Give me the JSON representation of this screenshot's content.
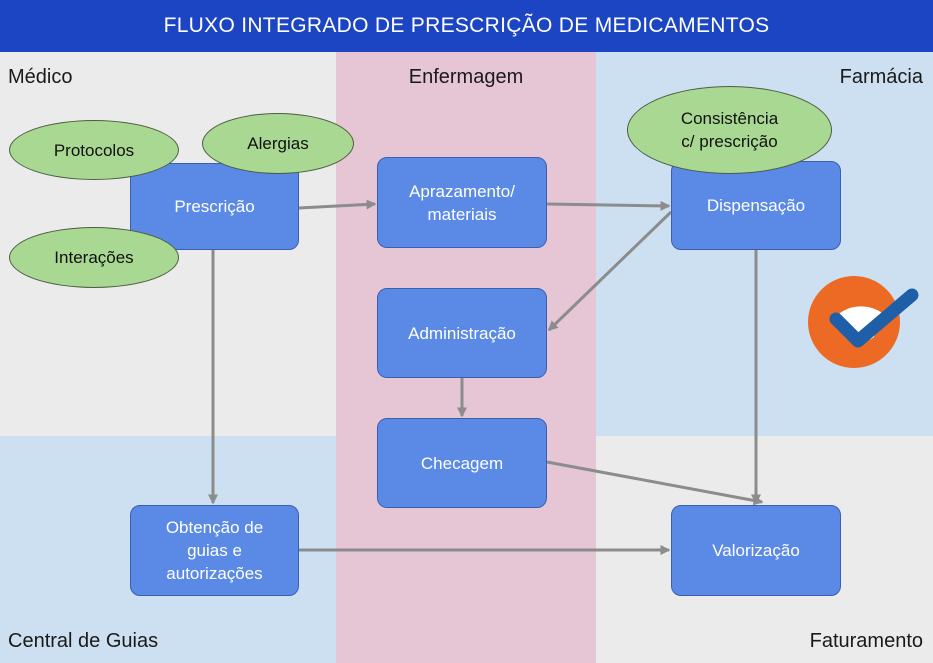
{
  "title": "FLUXO INTEGRADO DE PRESCRIÇÃO DE MEDICAMENTOS",
  "lanes": {
    "medico": "Médico",
    "enfermagem": "Enfermagem",
    "farmacia": "Farmácia",
    "central_guias": "Central de Guias",
    "faturamento": "Faturamento"
  },
  "nodes": {
    "prescricao": "Prescrição",
    "aprazamento": "Aprazamento/\nmateriais",
    "dispensacao": "Dispensação",
    "administracao": "Administração",
    "checagem": "Checagem",
    "guias": "Obtenção de\nguias e\nautorizações",
    "valorizacao": "Valorização"
  },
  "notes": {
    "protocolos": "Protocolos",
    "alergias": "Alergias",
    "interacoes": "Interações",
    "consistencia": "Consistência\nc/ prescrição"
  },
  "colors": {
    "header": "#1c45c4",
    "box": "#5a8ae6",
    "note": "#a9d892",
    "arrow": "#8c8c8c",
    "logo_orange": "#ec6a23",
    "logo_blue": "#1e5fa8"
  },
  "icons": {
    "logo": "check-logo-icon"
  }
}
